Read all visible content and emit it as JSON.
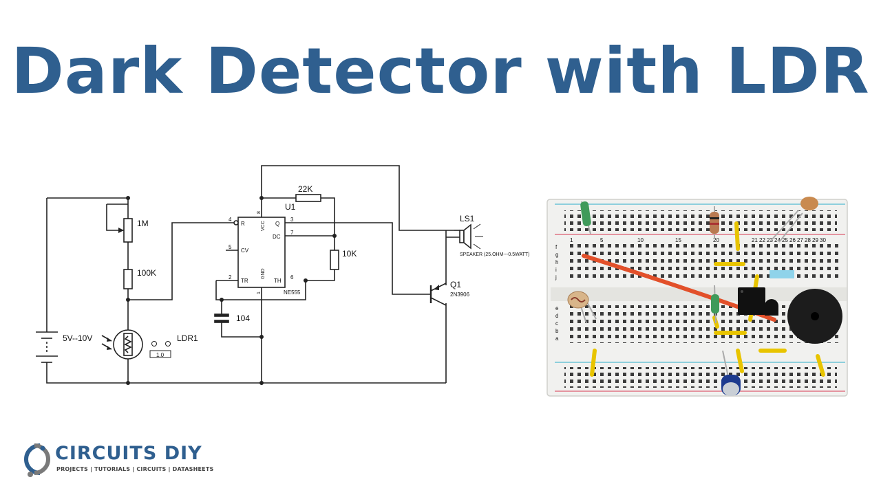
{
  "title": "Dark Detector with LDR",
  "schematic": {
    "labels": {
      "vcc": "VCC",
      "gnd": "GND",
      "ic": "U1",
      "ic_part": "NE555",
      "pin_r": "R",
      "pin_cv": "CV",
      "pin_tr": "TR",
      "pin_q": "Q",
      "pin_dc": "DC",
      "pin_th": "TH",
      "pin_4": "4",
      "pin_5": "5",
      "pin_2": "2",
      "pin_3": "3",
      "pin_7": "7",
      "pin_6": "6",
      "pin_8": "8",
      "pin_1": "1",
      "pot": "1M",
      "res_100k": "100K",
      "res_22k": "22K",
      "res_10k": "10K",
      "cap": "104",
      "battery": "5V--10V",
      "ldr": "LDR1",
      "ldr_value": "1.0",
      "speaker": "LS1",
      "speaker_spec": "SPEAKER (25.OHM---0.5WATT)",
      "transistor": "Q1",
      "transistor_part": "2N3906"
    }
  },
  "breadboard": {
    "top_numbers": [
      "1",
      "5",
      "10",
      "15",
      "20",
      "21",
      "22",
      "23",
      "24",
      "25",
      "26",
      "27",
      "28",
      "29",
      "30"
    ],
    "row_letters_top": [
      "f",
      "g",
      "h",
      "i",
      "j"
    ],
    "row_letters_bottom": [
      "a",
      "b",
      "c",
      "d",
      "e"
    ]
  },
  "logo": {
    "brand": "CIRCUITS DIY",
    "tagline": "PROJECTS | TUTORIALS | CIRCUITS | DATASHEETS"
  }
}
